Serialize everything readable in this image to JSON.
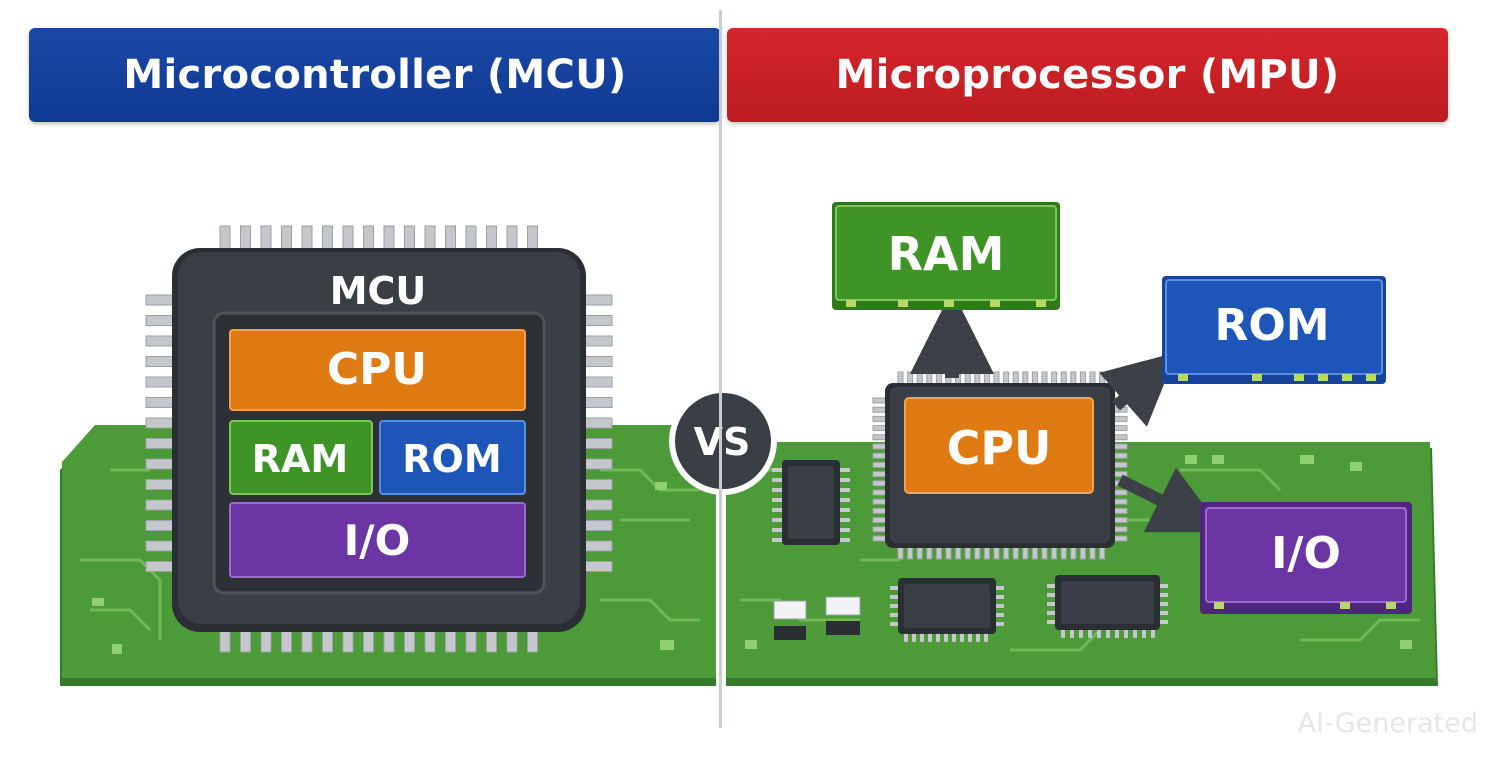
{
  "titles": {
    "left": "Microcontroller (MCU)",
    "right": "Microprocessor (MPU)"
  },
  "mcu": {
    "chip_label": "MCU",
    "blocks": {
      "cpu": "CPU",
      "ram": "RAM",
      "rom": "ROM",
      "io": "I/O"
    }
  },
  "vs_label": "VS",
  "mpu": {
    "cpu": "CPU",
    "ram": "RAM",
    "rom": "ROM",
    "io": "I/O"
  },
  "watermark": "AI-Generated",
  "colors": {
    "mcu_banner": "#0f3a94",
    "mpu_banner": "#bd1c21",
    "pcb_green": "#4c9a38",
    "cpu_orange": "#e07b13",
    "ram_green": "#3f9427",
    "rom_blue": "#1d56b8",
    "io_purple": "#6b36a3",
    "chip_dark": "#3a3f45"
  }
}
